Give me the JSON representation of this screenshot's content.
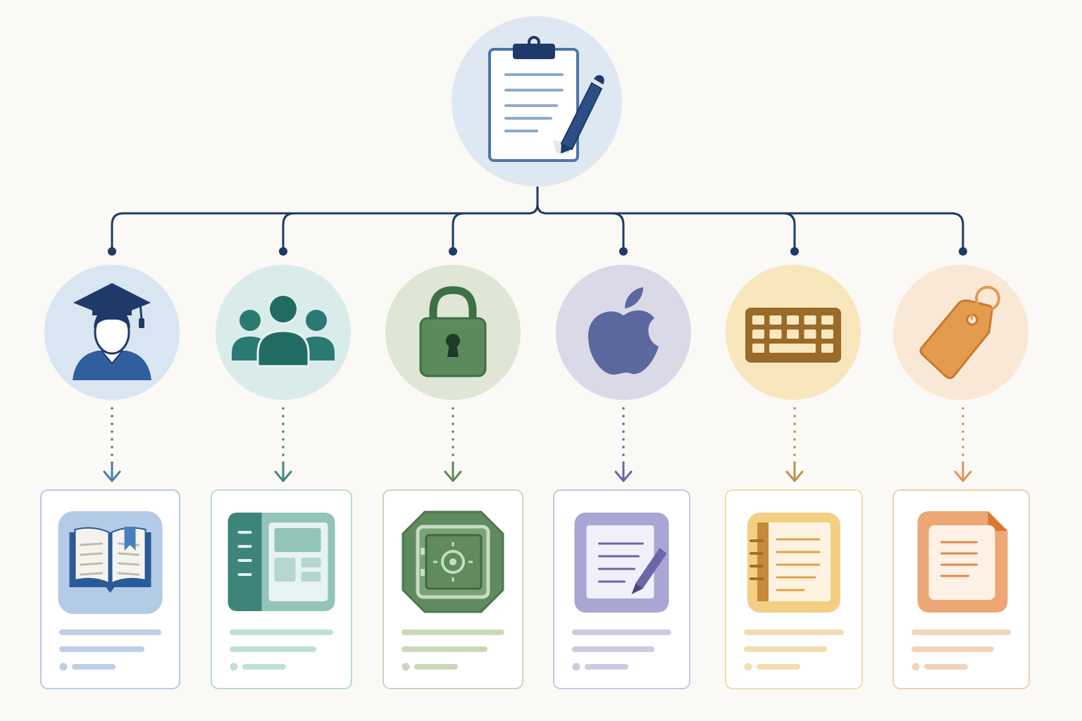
{
  "root": {
    "icon": "clipboard-with-pen-icon",
    "stroke": "#1f3a68",
    "bg": "#dde8f2"
  },
  "connector_color": "#1f3a68",
  "branches": [
    {
      "key": "education",
      "icon": "graduate-icon",
      "card_icon": "open-book-icon",
      "accent": "#2f5f9e",
      "circle_bg": "#d9e6f2",
      "card_border": "#b6cde3",
      "card_icon_bg": "#b3cbe6",
      "line": "#bccfe6",
      "arrow": "#4d79ac"
    },
    {
      "key": "community",
      "icon": "people-group-icon",
      "card_icon": "layout-panel-icon",
      "accent": "#2b7a72",
      "circle_bg": "#d9ece9",
      "card_border": "#b9dbd3",
      "card_icon_bg": "#3d857a",
      "line": "#bfe0da",
      "arrow": "#3e8a80"
    },
    {
      "key": "security",
      "icon": "padlock-icon",
      "card_icon": "safe-vault-icon",
      "accent": "#4f7f52",
      "circle_bg": "#dfe6d5",
      "card_border": "#c8d8ba",
      "card_icon_bg": "#608a5f",
      "line": "#cbd9b9",
      "arrow": "#5b8a58"
    },
    {
      "key": "apple",
      "icon": "apple-icon",
      "card_icon": "note-edit-icon",
      "accent": "#5b689f",
      "circle_bg": "#dad9e7",
      "card_border": "#cbc6e0",
      "card_icon_bg": "#a9a6d4",
      "line": "#cdcbe2",
      "arrow": "#6b66a6"
    },
    {
      "key": "keyboard",
      "icon": "keyboard-icon",
      "card_icon": "notebook-icon",
      "accent": "#9a6a28",
      "circle_bg": "#f8e6bd",
      "card_border": "#f0dcae",
      "card_icon_bg": "#f3cf84",
      "line": "#f3ddb0",
      "arrow": "#c28f4d"
    },
    {
      "key": "tag",
      "icon": "price-tag-icon",
      "card_icon": "document-icon",
      "accent": "#e39b4d",
      "circle_bg": "#fae8d6",
      "card_border": "#f1cfae",
      "card_icon_bg": "#eca774",
      "line": "#f4d3b7",
      "arrow": "#df9257"
    }
  ]
}
